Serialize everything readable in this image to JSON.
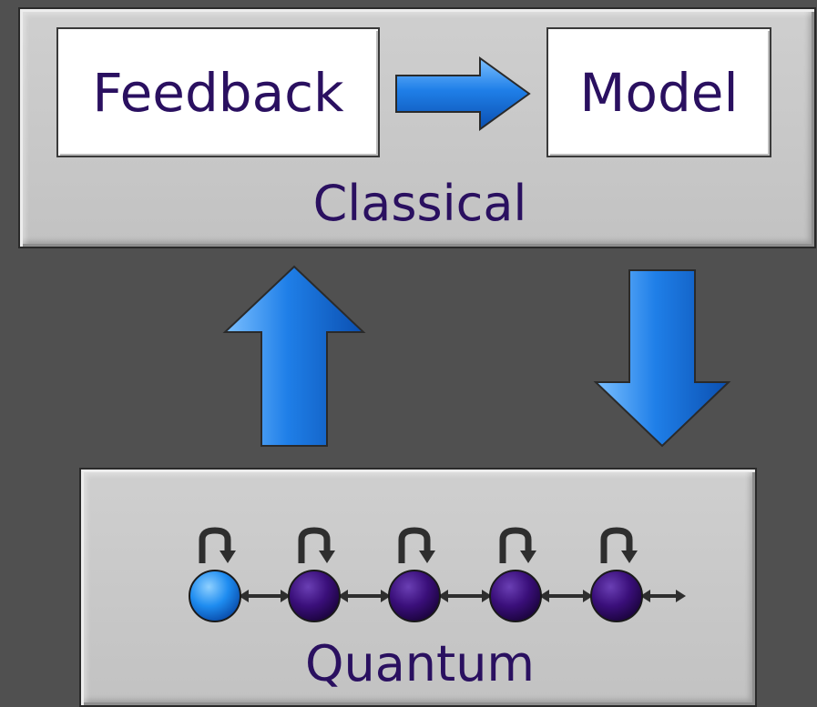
{
  "classical": {
    "label": "Classical"
  },
  "feedback": {
    "label": "Feedback"
  },
  "model": {
    "label": "Model"
  },
  "quantum": {
    "label": "Quantum",
    "qubit_count": 5
  },
  "colors": {
    "arrow_blue": "#1f7fe8",
    "qubit_highlight": "#1e8cf0",
    "qubit": "#3a0f7a",
    "text": "#2a1060",
    "panel": "#c8c8c8",
    "background": "#505050"
  },
  "icons": {
    "flow_arrow": "blue-arrow-icon",
    "qubit_loop": "loop-arrow-icon",
    "coupling": "double-arrow-icon"
  }
}
